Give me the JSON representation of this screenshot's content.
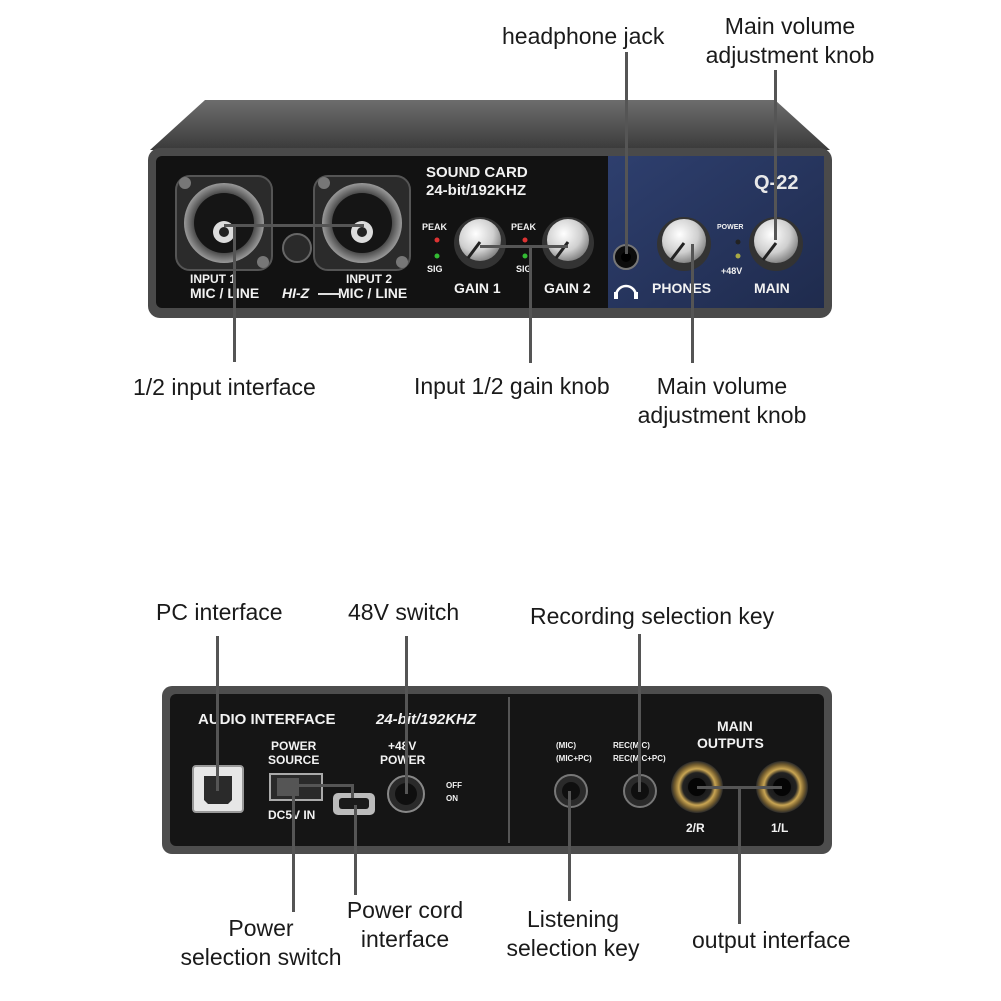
{
  "front": {
    "sound_card_line1": "SOUND CARD",
    "sound_card_line2": "24-bit/192KHZ",
    "model": "Q-22",
    "input1_line1": "INPUT 1",
    "input1_line2": "MIC / LINE",
    "input2_line1": "INPUT 2",
    "input2_line2": "MIC / LINE",
    "hiz": "HI-Z",
    "peak1": "PEAK",
    "peak2": "PEAK",
    "sig1": "SIG",
    "sig2": "SIG",
    "gain1": "GAIN 1",
    "gain2": "GAIN 2",
    "phones": "PHONES",
    "main": "MAIN",
    "power": "POWER",
    "v48": "+48V"
  },
  "back": {
    "audio_interface": "AUDIO INTERFACE",
    "bit_rate": "24-bit/192KHZ",
    "power_source_line1": "POWER",
    "power_source_line2": "SOURCE",
    "dc5v": "DC5V IN",
    "power48_line1": "+48V",
    "power48_line2": "POWER",
    "off": "OFF",
    "on": "ON",
    "mic": "(MIC)",
    "mic_pc": "(MIC+PC)",
    "rec_mic": "REC(MIC)",
    "rec_mic_pc": "REC(MIC+PC)",
    "main_outputs_line1": "MAIN",
    "main_outputs_line2": "OUTPUTS",
    "out_2r": "2/R",
    "out_1l": "1/L"
  },
  "callouts": {
    "headphone_jack": "headphone jack",
    "main_volume_top_line1": "Main volume",
    "main_volume_top_line2": "adjustment knob",
    "input_interface": "1/2 input interface",
    "gain_knob": "Input 1/2 gain knob",
    "main_volume_bottom_line1": "Main volume",
    "main_volume_bottom_line2": "adjustment knob",
    "pc_interface": "PC interface",
    "switch_48v": "48V switch",
    "recording_key": "Recording selection key",
    "power_switch_line1": "Power",
    "power_switch_line2": "selection switch",
    "power_cord_line1": "Power cord",
    "power_cord_line2": "interface",
    "listening_key_line1": "Listening",
    "listening_key_line2": "selection key",
    "output_interface": "output interface"
  }
}
